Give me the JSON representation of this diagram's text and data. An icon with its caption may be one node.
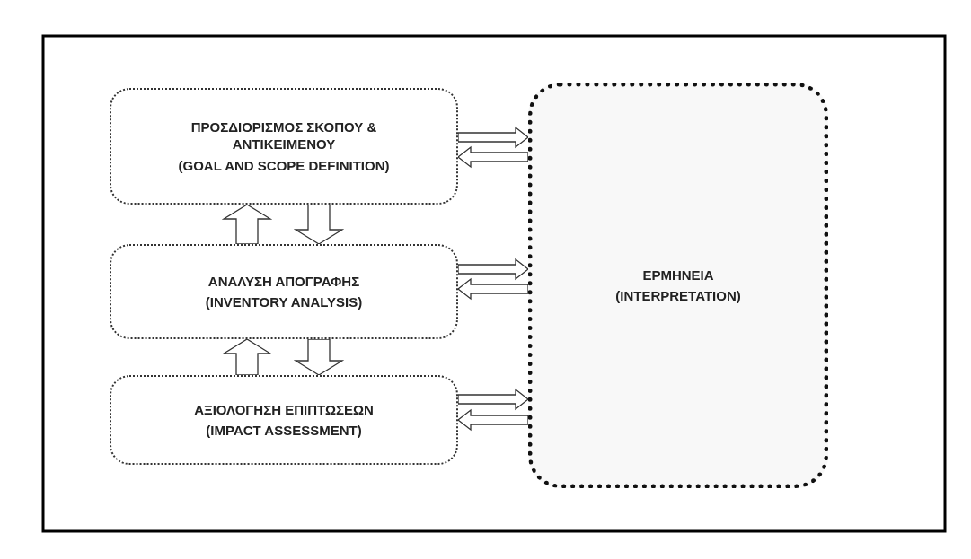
{
  "diagram": {
    "nodes": [
      {
        "text": [
          "ΠΡΟΣΔΙΟΡΙΣΜΟΣ ΣΚΟΠΟΥ & ΑΝΤΙΚΕΙΜΕΝΟΥ",
          "(GOAL AND SCOPE DEFINITION)"
        ]
      },
      {
        "text": [
          "ΑΝΑΛΥΣΗ ΑΠΟΓΡΑΦΗΣ",
          "(INVENTORY ANALYSIS)"
        ]
      },
      {
        "text": [
          "ΑΞΙΟΛΟΓΗΣΗ ΕΠΙΠΤΩΣΕΩΝ",
          "(IMPACT ASSESSMENT)"
        ]
      },
      {
        "text": [
          "ΕΡΜΗΝΕΙΑ",
          "(INTERPRETATION)"
        ]
      }
    ],
    "edges": [
      {
        "from": 0,
        "to": 3,
        "arrow": "to"
      },
      {
        "from": 3,
        "to": 0,
        "arrow": "to"
      },
      {
        "from": 1,
        "to": 0,
        "arrow": "to"
      },
      {
        "from": 0,
        "to": 1,
        "arrow": "to"
      },
      {
        "from": 1,
        "to": 3,
        "arrow": "to"
      },
      {
        "from": 3,
        "to": 1,
        "arrow": "to"
      },
      {
        "from": 2,
        "to": 1,
        "arrow": "to"
      },
      {
        "from": 1,
        "to": 2,
        "arrow": "to"
      },
      {
        "from": 2,
        "to": 3,
        "arrow": "to"
      },
      {
        "from": 3,
        "to": 2,
        "arrow": "to"
      }
    ]
  }
}
